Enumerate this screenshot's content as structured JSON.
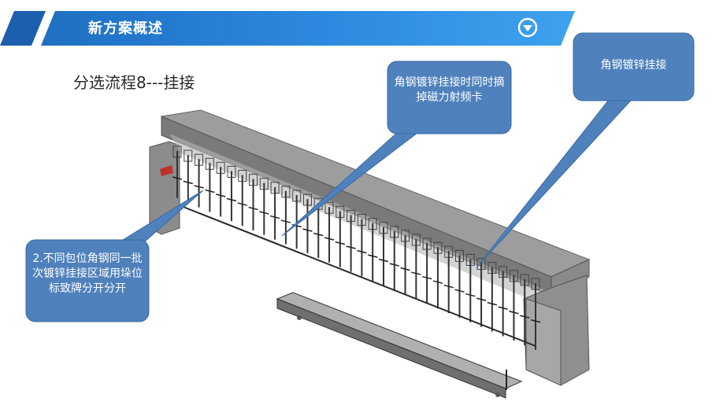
{
  "header": {
    "title": "新方案概述",
    "toggle_icon": "chevron-down-circle-icon",
    "color": "#1f7fd0"
  },
  "slide": {
    "subtitle": "分选流程8---挂接"
  },
  "callouts": {
    "top_middle": "角钢镀锌挂接时同时摘掉磁力射频卡",
    "top_right": "角钢镀锌挂接",
    "left": "2.不同包位角钢同一批次镀锌挂接区域用垛位标致牌分开分开",
    "fill_color": "#4f81bd"
  }
}
